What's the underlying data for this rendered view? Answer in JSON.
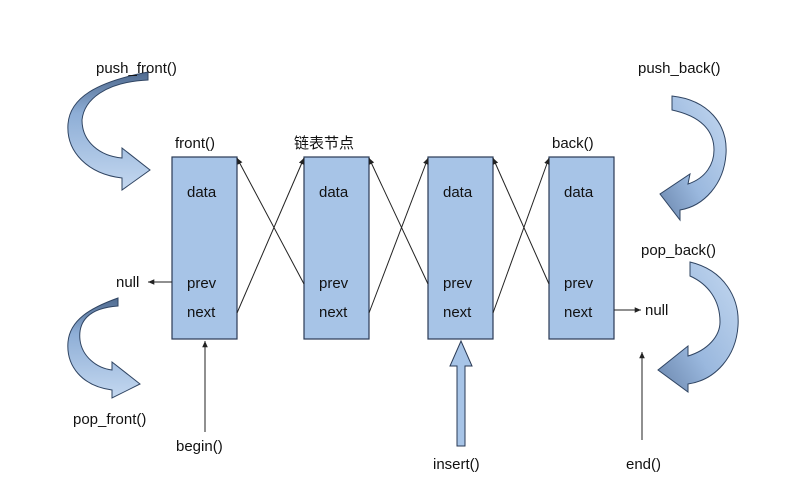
{
  "labels": {
    "push_front": "push_front()",
    "pop_front": "pop_front()",
    "push_back": "push_back()",
    "pop_back": "pop_back()",
    "front": "front()",
    "back": "back()",
    "node_caption": "链表节点",
    "null_left": "null",
    "null_right": "null",
    "begin": "begin()",
    "insert": "insert()",
    "end": "end()"
  },
  "nodes": [
    {
      "data": "data",
      "prev": "prev",
      "next": "next"
    },
    {
      "data": "data",
      "prev": "prev",
      "next": "next"
    },
    {
      "data": "data",
      "prev": "prev",
      "next": "next"
    },
    {
      "data": "data",
      "prev": "prev",
      "next": "next"
    }
  ],
  "colors": {
    "node_fill": "#a7c4e7",
    "arrow_dark": "#5d7799",
    "arrow_light": "#b6cfec"
  }
}
